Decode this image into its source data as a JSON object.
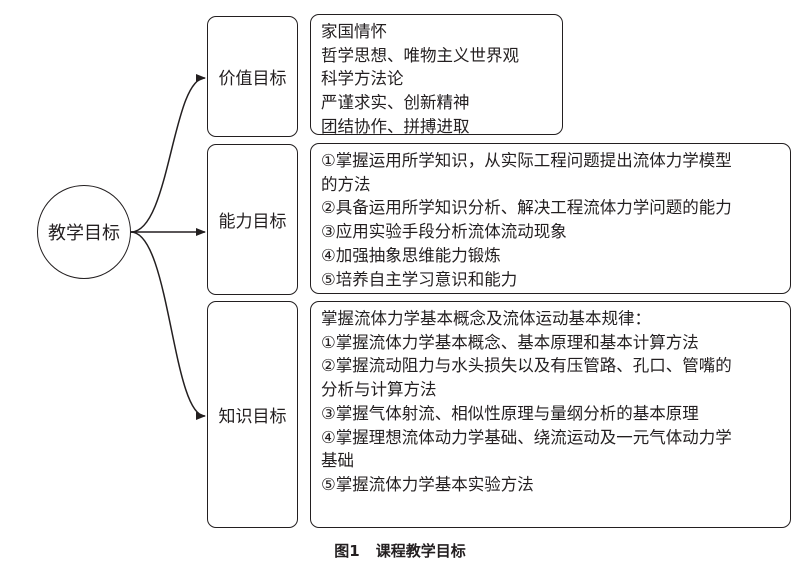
{
  "root": {
    "label": "教学目标"
  },
  "categories": [
    {
      "label": "价值目标",
      "details": [
        "家国情怀",
        "哲学思想、唯物主义世界观",
        "科学方法论",
        "严谨求实、创新精神",
        "团结协作、拼搏进取"
      ]
    },
    {
      "label": "能力目标",
      "details": [
        "①掌握运用所学知识，从实际工程问题提出流体力学模型",
        "的方法",
        "②具备运用所学知识分析、解决工程流体力学问题的能力",
        "③应用实验手段分析流体流动现象",
        "④加强抽象思维能力锻炼",
        "⑤培养自主学习意识和能力"
      ]
    },
    {
      "label": "知识目标",
      "details": [
        "掌握流体力学基本概念及流体运动基本规律：",
        "①掌握流体力学基本概念、基本原理和基本计算方法",
        "②掌握流动阻力与水头损失以及有压管路、孔口、管嘴的",
        "分析与计算方法",
        "③掌握气体射流、相似性原理与量纲分析的基本原理",
        "④掌握理想流体动力学基础、绕流运动及一元气体动力学",
        "基础",
        "⑤掌握流体力学基本实验方法"
      ]
    }
  ],
  "caption": {
    "figure_number": "图1",
    "title": "课程教学目标"
  }
}
